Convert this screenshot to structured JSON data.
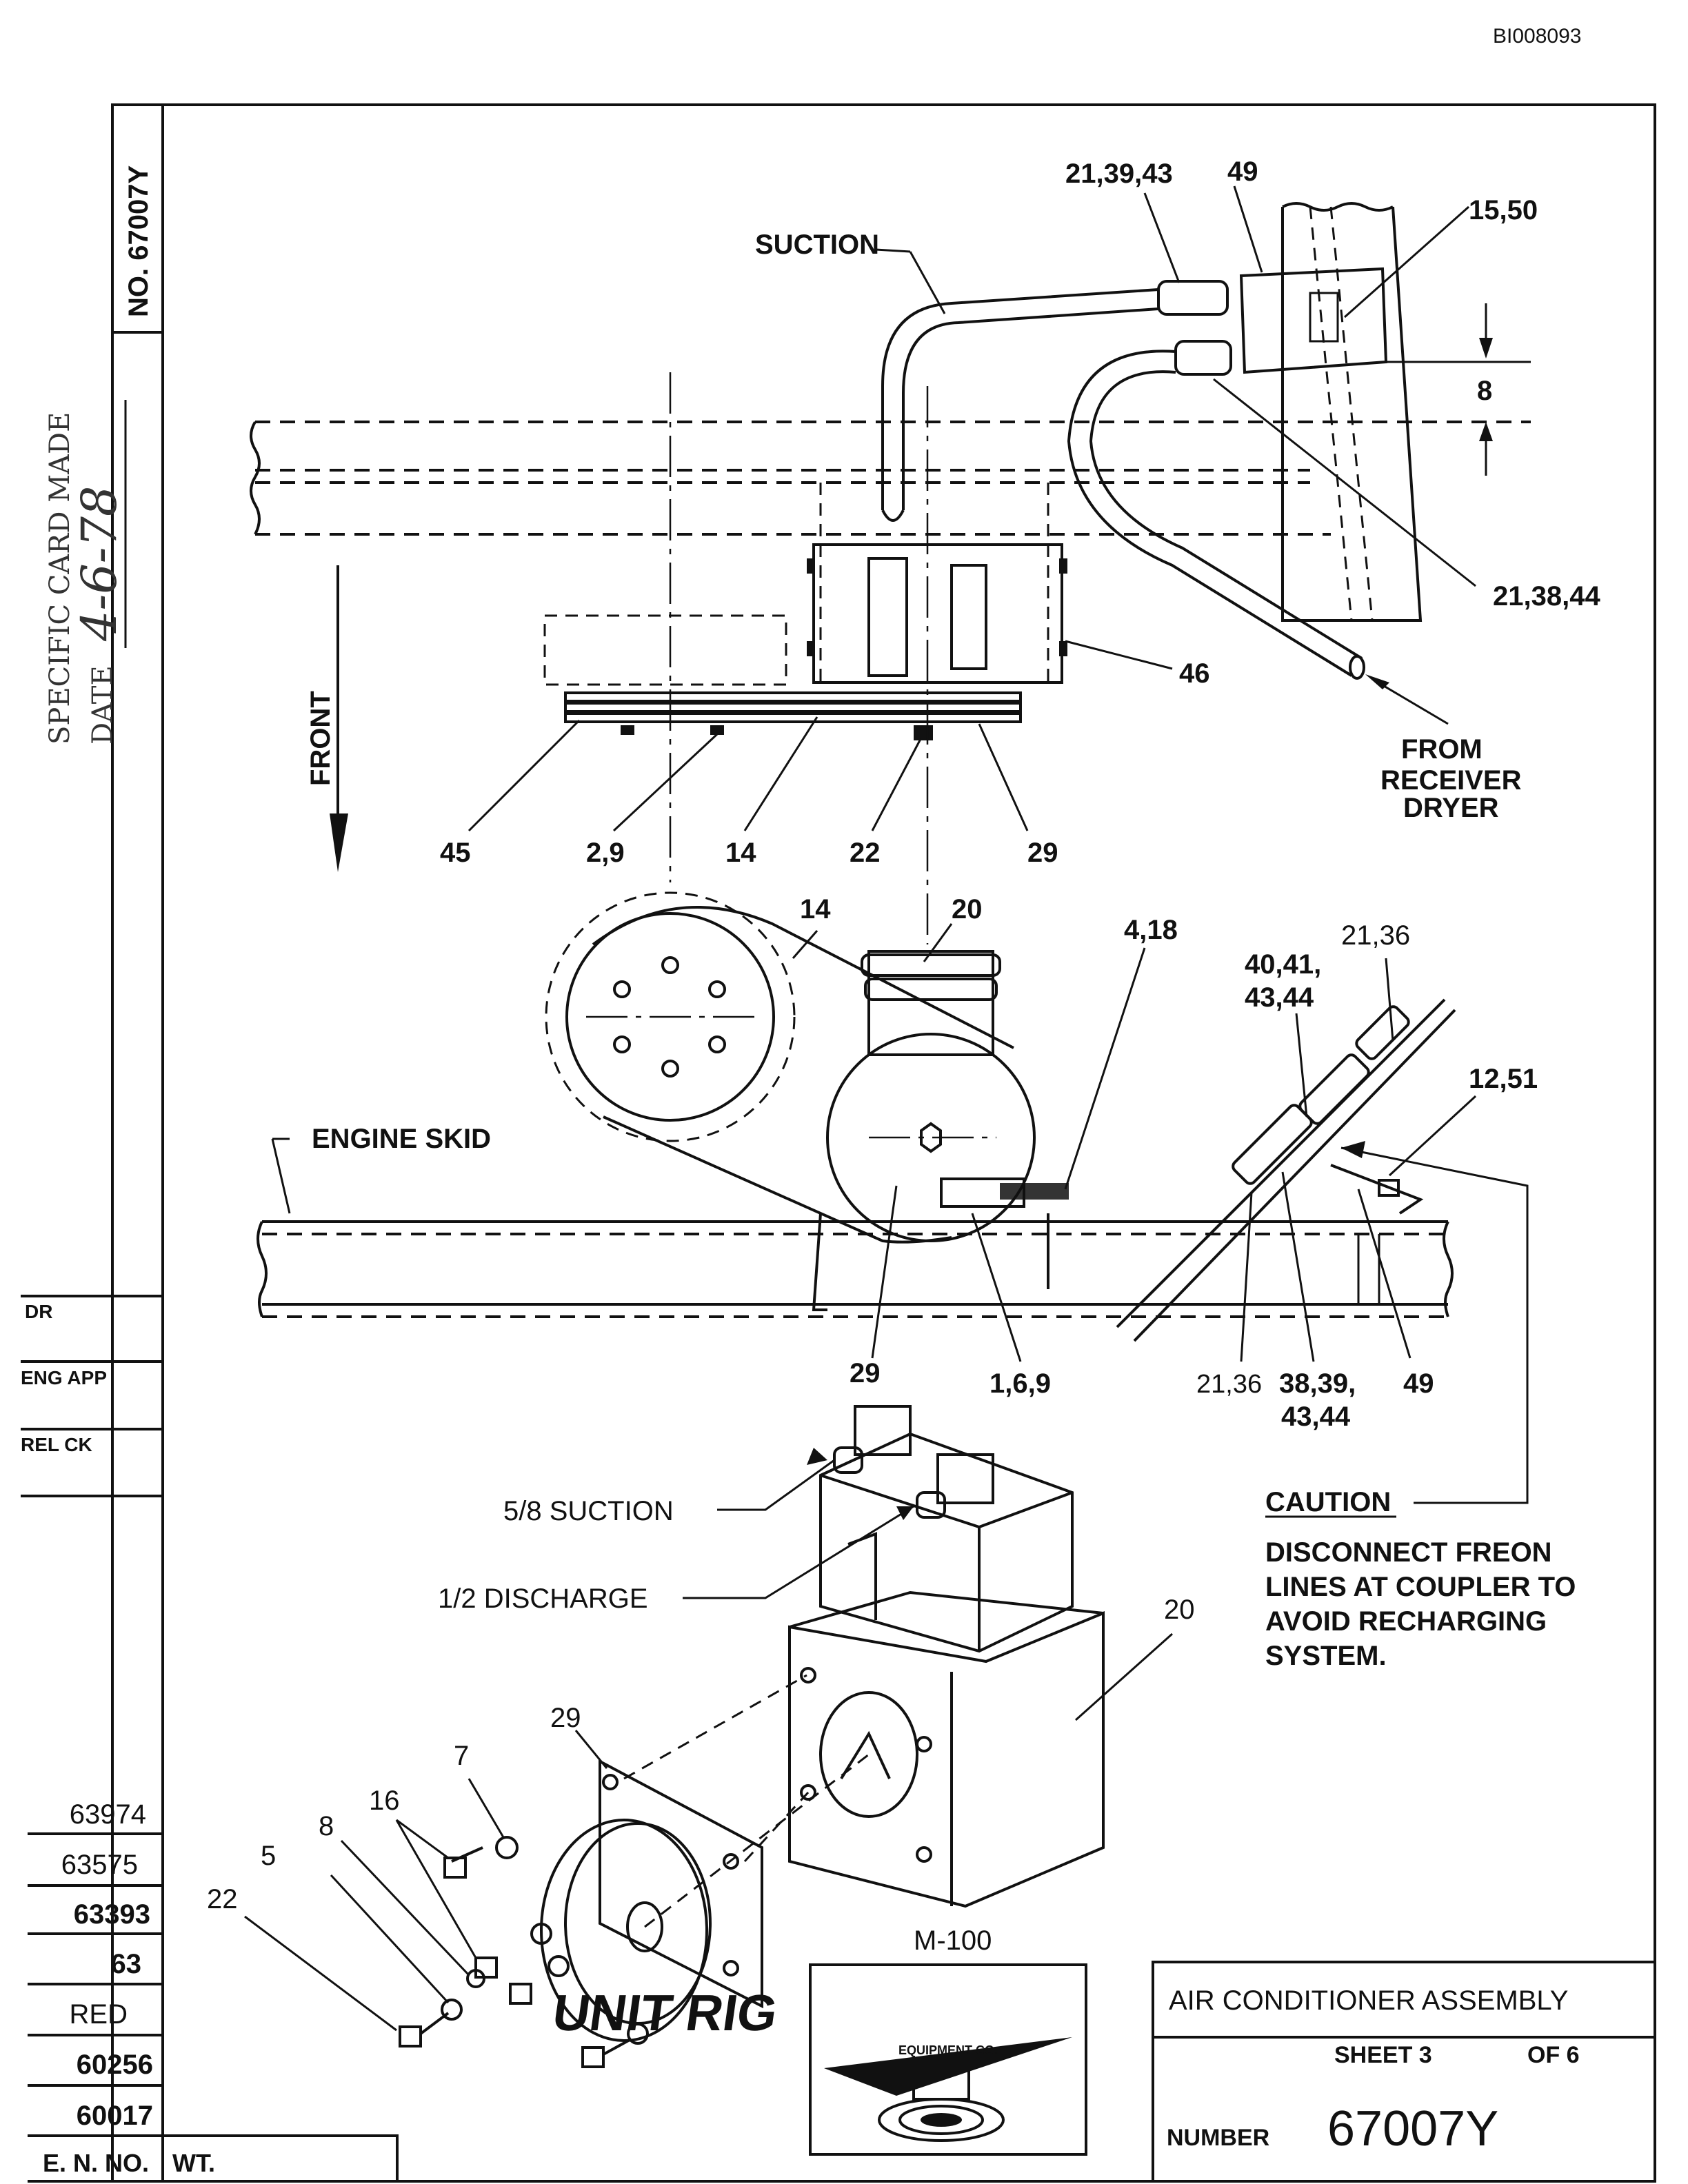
{
  "doc_id": "BI008093",
  "side_drawing_no": "NO. 67007Y",
  "stamp": {
    "line1": "SPECIFIC CARD MADE",
    "line2": "DATE",
    "handwritten_date": "4-6-78"
  },
  "callouts": {
    "suction": "SUCTION",
    "c_21_39_43": "21,39,43",
    "c_49_top": "49",
    "c_15_50": "15,50",
    "c_8": "8",
    "c_21_38_44": "21,38,44",
    "c_46": "46",
    "from_receiver": [
      "FROM",
      "RECEIVER",
      "DRYER"
    ],
    "front": "FRONT",
    "c_45": "45",
    "c_2_9": "2,9",
    "c_14_a": "14",
    "c_22_a": "22",
    "c_29_a": "29",
    "c_14_b": "14",
    "c_20_a": "20",
    "c_4_18": "4,18",
    "c_21_36_top": "21,36",
    "c_40_41": "40,41,",
    "c_43_44_top": "43,44",
    "c_12_51": "12,51",
    "engine_skid": "ENGINE SKID",
    "c_29_b": "29",
    "c_1_6_9": "1,6,9",
    "c_21_36_bot": "21,36",
    "c_38_39": "38,39,",
    "c_43_44_bot": "43,44",
    "c_49_bot": "49",
    "suction_58": "5/8 SUCTION",
    "discharge_12": "1/2 DISCHARGE",
    "c_20_b": "20",
    "c_29_c": "29",
    "c_7": "7",
    "c_16": "16",
    "c_5": "5",
    "c_8_b": "8",
    "c_22_b": "22",
    "m100": "M-100"
  },
  "caution": {
    "title": "CAUTION",
    "lines": [
      "DISCONNECT FREON",
      "LINES AT COUPLER TO",
      "AVOID RECHARGING",
      "SYSTEM."
    ]
  },
  "signoff": {
    "dr": "DR",
    "eng_app": "ENG APP",
    "rel_ck": "REL CK"
  },
  "revisions": [
    "63974",
    "63575",
    "63393",
    "63",
    "RED",
    "60256",
    "60017"
  ],
  "bottom_left": {
    "eno": "E. N. NO.",
    "wt": "WT."
  },
  "logo": {
    "brand": "UNIT RIG",
    "sub": "EQUIPMENT CO."
  },
  "title_block": {
    "title": "AIR CONDITIONER ASSEMBLY",
    "sheet_label": "SHEET 3",
    "of_label": "OF 6",
    "number_label": "NUMBER",
    "number": "67007Y"
  }
}
